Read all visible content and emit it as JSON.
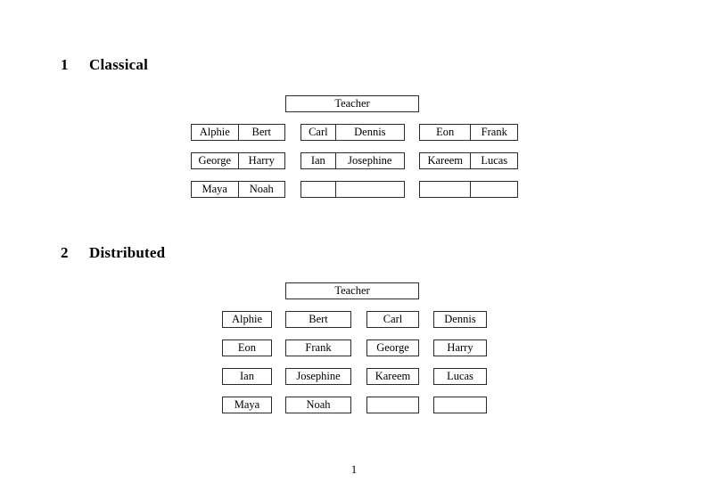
{
  "document": {
    "page_number": "1"
  },
  "sections": [
    {
      "number": "1",
      "title": "Classical",
      "teacher_label": "Teacher",
      "layout": "three-groups-of-paired-cells",
      "groups": [
        {
          "id": "group-a",
          "rows": [
            {
              "left": "Alphie",
              "right": "Bert"
            },
            {
              "left": "George",
              "right": "Harry"
            },
            {
              "left": "Maya",
              "right": "Noah"
            }
          ]
        },
        {
          "id": "group-b",
          "rows": [
            {
              "left": "Carl",
              "right": "Dennis"
            },
            {
              "left": "Ian",
              "right": "Josephine"
            },
            {
              "left": "",
              "right": ""
            }
          ]
        },
        {
          "id": "group-c",
          "rows": [
            {
              "left": "Eon",
              "right": "Frank"
            },
            {
              "left": "Kareem",
              "right": "Lucas"
            },
            {
              "left": "",
              "right": ""
            }
          ]
        }
      ]
    },
    {
      "number": "2",
      "title": "Distributed",
      "teacher_label": "Teacher",
      "layout": "four-columns-of-single-boxes",
      "rows": [
        [
          "Alphie",
          "Bert",
          "Carl",
          "Dennis"
        ],
        [
          "Eon",
          "Frank",
          "George",
          "Harry"
        ],
        [
          "Ian",
          "Josephine",
          "Kareem",
          "Lucas"
        ],
        [
          "Maya",
          "Noah",
          "",
          ""
        ]
      ]
    }
  ],
  "colors": {
    "page_background": "#ffffff",
    "text": "#000000",
    "border": "#2b2b2b"
  }
}
